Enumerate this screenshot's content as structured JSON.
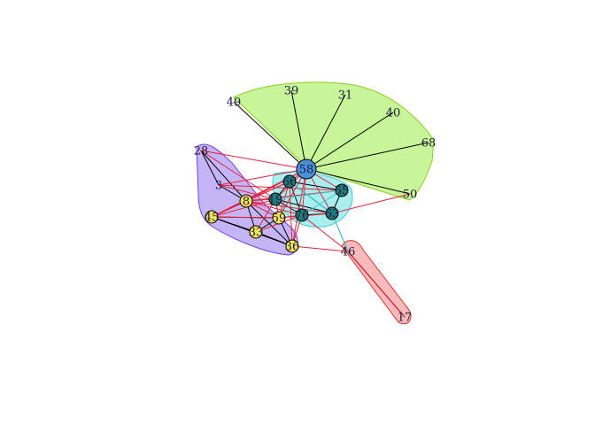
{
  "graph": {
    "nodes": [
      {
        "id": "58",
        "label": "58",
        "color": "#4a90d9",
        "r": 11
      },
      {
        "id": "39",
        "label": "39"
      },
      {
        "id": "31",
        "label": "31"
      },
      {
        "id": "40",
        "label": "40"
      },
      {
        "id": "68",
        "label": "68"
      },
      {
        "id": "50",
        "label": "50"
      },
      {
        "id": "49",
        "label": "49"
      },
      {
        "id": "28",
        "label": "28"
      },
      {
        "id": "3",
        "label": "3"
      },
      {
        "id": "8",
        "label": "8",
        "color": "#f2e35a"
      },
      {
        "id": "45",
        "label": "45",
        "color": "#f2e35a"
      },
      {
        "id": "33",
        "label": "33",
        "color": "#f2e35a"
      },
      {
        "id": "59",
        "label": "59",
        "color": "#f2e35a"
      },
      {
        "id": "36",
        "label": "36",
        "color": "#f2e35a"
      },
      {
        "id": "19",
        "label": "19",
        "color": "#1f7a7a"
      },
      {
        "id": "66",
        "label": "66",
        "color": "#1f7a7a"
      },
      {
        "id": "76",
        "label": "76",
        "color": "#1f7a7a"
      },
      {
        "id": "63",
        "label": "63",
        "color": "#1f7a7a"
      },
      {
        "id": "55",
        "label": "55",
        "color": "#1f7a7a"
      },
      {
        "id": "46",
        "label": "46"
      },
      {
        "id": "17",
        "label": "17"
      }
    ],
    "edges": [
      [
        "58",
        "39",
        "#000000"
      ],
      [
        "58",
        "31",
        "#000000"
      ],
      [
        "58",
        "40",
        "#000000"
      ],
      [
        "58",
        "68",
        "#000000"
      ],
      [
        "58",
        "50",
        "#000000"
      ],
      [
        "58",
        "49",
        "#000000"
      ],
      [
        "28",
        "3",
        "#000000"
      ],
      [
        "28",
        "8",
        "#000000"
      ],
      [
        "3",
        "8",
        "#000000"
      ],
      [
        "8",
        "45",
        "#000000"
      ],
      [
        "45",
        "33",
        "#000000"
      ],
      [
        "33",
        "36",
        "#000000"
      ],
      [
        "8",
        "33",
        "#000000"
      ],
      [
        "45",
        "36",
        "#000000"
      ],
      [
        "8",
        "36",
        "#000000"
      ],
      [
        "59",
        "33",
        "#000000"
      ],
      [
        "59",
        "36",
        "#000000"
      ],
      [
        "59",
        "45",
        "#000000"
      ],
      [
        "19",
        "66",
        "#000000"
      ],
      [
        "19",
        "76",
        "#000000"
      ],
      [
        "66",
        "55",
        "#000000"
      ],
      [
        "76",
        "63",
        "#000000"
      ],
      [
        "55",
        "63",
        "#000000"
      ],
      [
        "66",
        "63",
        "#000000"
      ],
      [
        "19",
        "63",
        "#000000"
      ],
      [
        "66",
        "76",
        "#000000"
      ],
      [
        "46",
        "17",
        "#000000"
      ],
      [
        "58",
        "28",
        "#e8203a"
      ],
      [
        "58",
        "8",
        "#e8203a"
      ],
      [
        "58",
        "19",
        "#e8203a"
      ],
      [
        "58",
        "66",
        "#e8203a"
      ],
      [
        "58",
        "76",
        "#e8203a"
      ],
      [
        "58",
        "63",
        "#e8203a"
      ],
      [
        "58",
        "55",
        "#e8203a"
      ],
      [
        "58",
        "59",
        "#e8203a"
      ],
      [
        "58",
        "3",
        "#e8203a"
      ],
      [
        "58",
        "36",
        "#e8203a"
      ],
      [
        "58",
        "45",
        "#e8203a"
      ],
      [
        "8",
        "19",
        "#e8203a"
      ],
      [
        "8",
        "66",
        "#e8203a"
      ],
      [
        "8",
        "76",
        "#e8203a"
      ],
      [
        "8",
        "59",
        "#e8203a"
      ],
      [
        "8",
        "55",
        "#e8203a"
      ],
      [
        "8",
        "63",
        "#e8203a"
      ],
      [
        "59",
        "19",
        "#e8203a"
      ],
      [
        "59",
        "76",
        "#e8203a"
      ],
      [
        "59",
        "66",
        "#e8203a"
      ],
      [
        "59",
        "63",
        "#e8203a"
      ],
      [
        "45",
        "19",
        "#e8203a"
      ],
      [
        "45",
        "59",
        "#e8203a"
      ],
      [
        "33",
        "76",
        "#e8203a"
      ],
      [
        "33",
        "19",
        "#e8203a"
      ],
      [
        "36",
        "76",
        "#e8203a"
      ],
      [
        "36",
        "66",
        "#e8203a"
      ],
      [
        "36",
        "46",
        "#e8203a"
      ],
      [
        "76",
        "46",
        "#e8203a"
      ],
      [
        "63",
        "46",
        "#e8203a"
      ],
      [
        "63",
        "50",
        "#e8203a"
      ],
      [
        "3",
        "19",
        "#e8203a"
      ],
      [
        "3",
        "55",
        "#e8203a"
      ],
      [
        "28",
        "19",
        "#e8203a"
      ],
      [
        "45",
        "66",
        "#e8203a"
      ],
      [
        "17",
        "46",
        "#e8203a"
      ],
      [
        "76",
        "55",
        "#3ad0d0"
      ],
      [
        "19",
        "55",
        "#3ad0d0"
      ],
      [
        "66",
        "63",
        "#3ad0d0"
      ],
      [
        "63",
        "46",
        "#3ad0d0"
      ]
    ],
    "groups": [
      {
        "name": "green",
        "fill": "#b6f078",
        "stroke": "#88d21a",
        "members": [
          "58",
          "39",
          "31",
          "40",
          "68",
          "50",
          "49"
        ]
      },
      {
        "name": "purple",
        "fill": "#b29cf4",
        "stroke": "#7a3ee0",
        "members": [
          "28",
          "3",
          "8",
          "45",
          "33",
          "36",
          "59"
        ]
      },
      {
        "name": "cyan",
        "fill": "#8ee9ea",
        "stroke": "#3ad0d0",
        "members": [
          "19",
          "66",
          "76",
          "63",
          "55"
        ]
      },
      {
        "name": "red",
        "fill": "#f6a3a3",
        "stroke": "#e03030",
        "members": [
          "46",
          "17"
        ]
      }
    ]
  }
}
